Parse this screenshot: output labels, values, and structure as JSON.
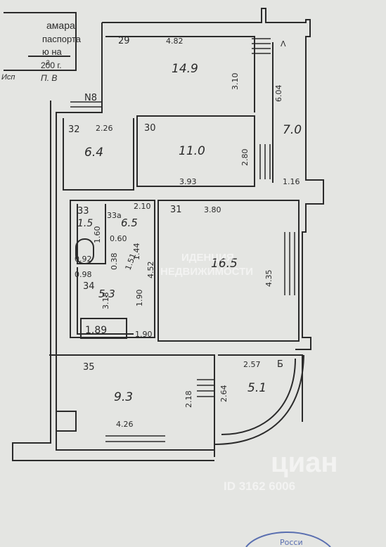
{
  "header": {
    "line1": "амара",
    "line2": "паспорта",
    "line3": "ю на",
    "line4": "200 г.",
    "year_digit": "2",
    "line5_a": "Исп",
    "line5_b": "П. В"
  },
  "plan_marks": {
    "flat_number": "N8",
    "corner_mark": "Λ"
  },
  "rooms": [
    {
      "id": "29",
      "number": "29",
      "area": "14.9",
      "dims": [
        "4.82",
        "3.10"
      ]
    },
    {
      "id": "30",
      "number": "30",
      "area": "11.0",
      "dims": [
        "3.93",
        "2.80"
      ]
    },
    {
      "id": "31",
      "number": "31",
      "area": "16.5",
      "dims": [
        "3.80",
        "4.35"
      ]
    },
    {
      "id": "32",
      "number": "32",
      "area": "6.4",
      "dims": [
        "2.26"
      ]
    },
    {
      "id": "33",
      "number": "33",
      "area": "1.5",
      "dims": [
        "1.60",
        "0.92"
      ]
    },
    {
      "id": "33a",
      "number": "33а",
      "area": "6.5",
      "dims": [
        "2.10",
        "0.60",
        "1.44",
        "0.38",
        "1.51",
        "4.52",
        "1.90",
        "1.90"
      ]
    },
    {
      "id": "34",
      "number": "34",
      "area": "5.3",
      "dims": [
        "0.98",
        "3.18"
      ]
    },
    {
      "id": "35",
      "number": "35",
      "area": "9.3",
      "dims": [
        "4.26",
        "2.18"
      ]
    },
    {
      "id": "balcony-right",
      "number": "",
      "area": "7.0",
      "dims": [
        "6.04",
        "1.16"
      ]
    },
    {
      "id": "loggia",
      "number": "Б",
      "area": "5.1",
      "dims": [
        "2.57",
        "2.64"
      ]
    }
  ],
  "bath": {
    "label": "1.89"
  },
  "watermark": {
    "line1": "ИДЕНЦИЯ",
    "line2": "НЕДВИЖИМОСТИ",
    "brand": "циан",
    "id_text": "ID 3162 6006"
  },
  "bottom_stamp": {
    "text": "Росси"
  }
}
